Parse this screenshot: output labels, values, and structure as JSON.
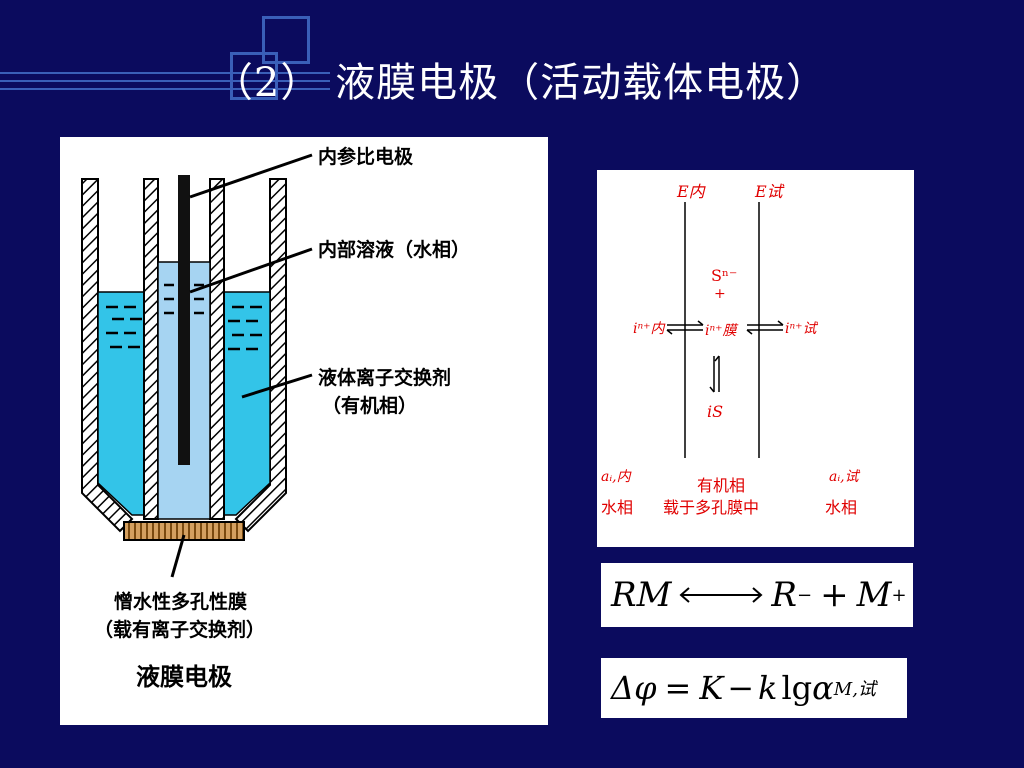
{
  "slide": {
    "title": "（2） 液膜电极（活动载体电极）"
  },
  "diagram": {
    "label_inner_ref_electrode": "内参比电极",
    "label_inner_solution": "内部溶液（水相）",
    "label_exchanger_line1": "液体离子交换剂",
    "label_exchanger_line2": "（有机相）",
    "label_membrane_line1": "憎水性多孔性膜",
    "label_membrane_line2": "（载有离子交换剂）",
    "caption": "液膜电极"
  },
  "scheme": {
    "e_inner": "E内",
    "e_test": "E试",
    "s_n": "Sⁿ⁻",
    "plus": "+",
    "i_inner": "iⁿ⁺内",
    "i_membrane": "iⁿ⁺膜",
    "i_test": "iⁿ⁺试",
    "is": "iS",
    "a_inner": "aᵢ,内",
    "a_test": "aᵢ,试",
    "water_left": "水相",
    "organic_line1": "有机相",
    "organic_line2": "载于多孔膜中",
    "water_right": "水相"
  },
  "equations": {
    "eq1_lhs": "RM",
    "eq1_rhs_r": "R",
    "eq1_minus": "−",
    "eq1_plus": "+",
    "eq1_rhs_m": "M",
    "eq1_plus_sup": "+",
    "eq2_delta": "Δφ",
    "eq2_equals": "=",
    "eq2_K": "K",
    "eq2_minus": "−",
    "eq2_k": "k",
    "eq2_lg": "lg",
    "eq2_alpha": "α",
    "eq2_sub": "M,试"
  },
  "colors": {
    "background": "#0b0b5e",
    "deco": "#3a5fb8",
    "solution": "#33c4e8",
    "inner_solution": "#a6d4f2",
    "scheme_text": "#e00000",
    "membrane": "#d4a060"
  }
}
